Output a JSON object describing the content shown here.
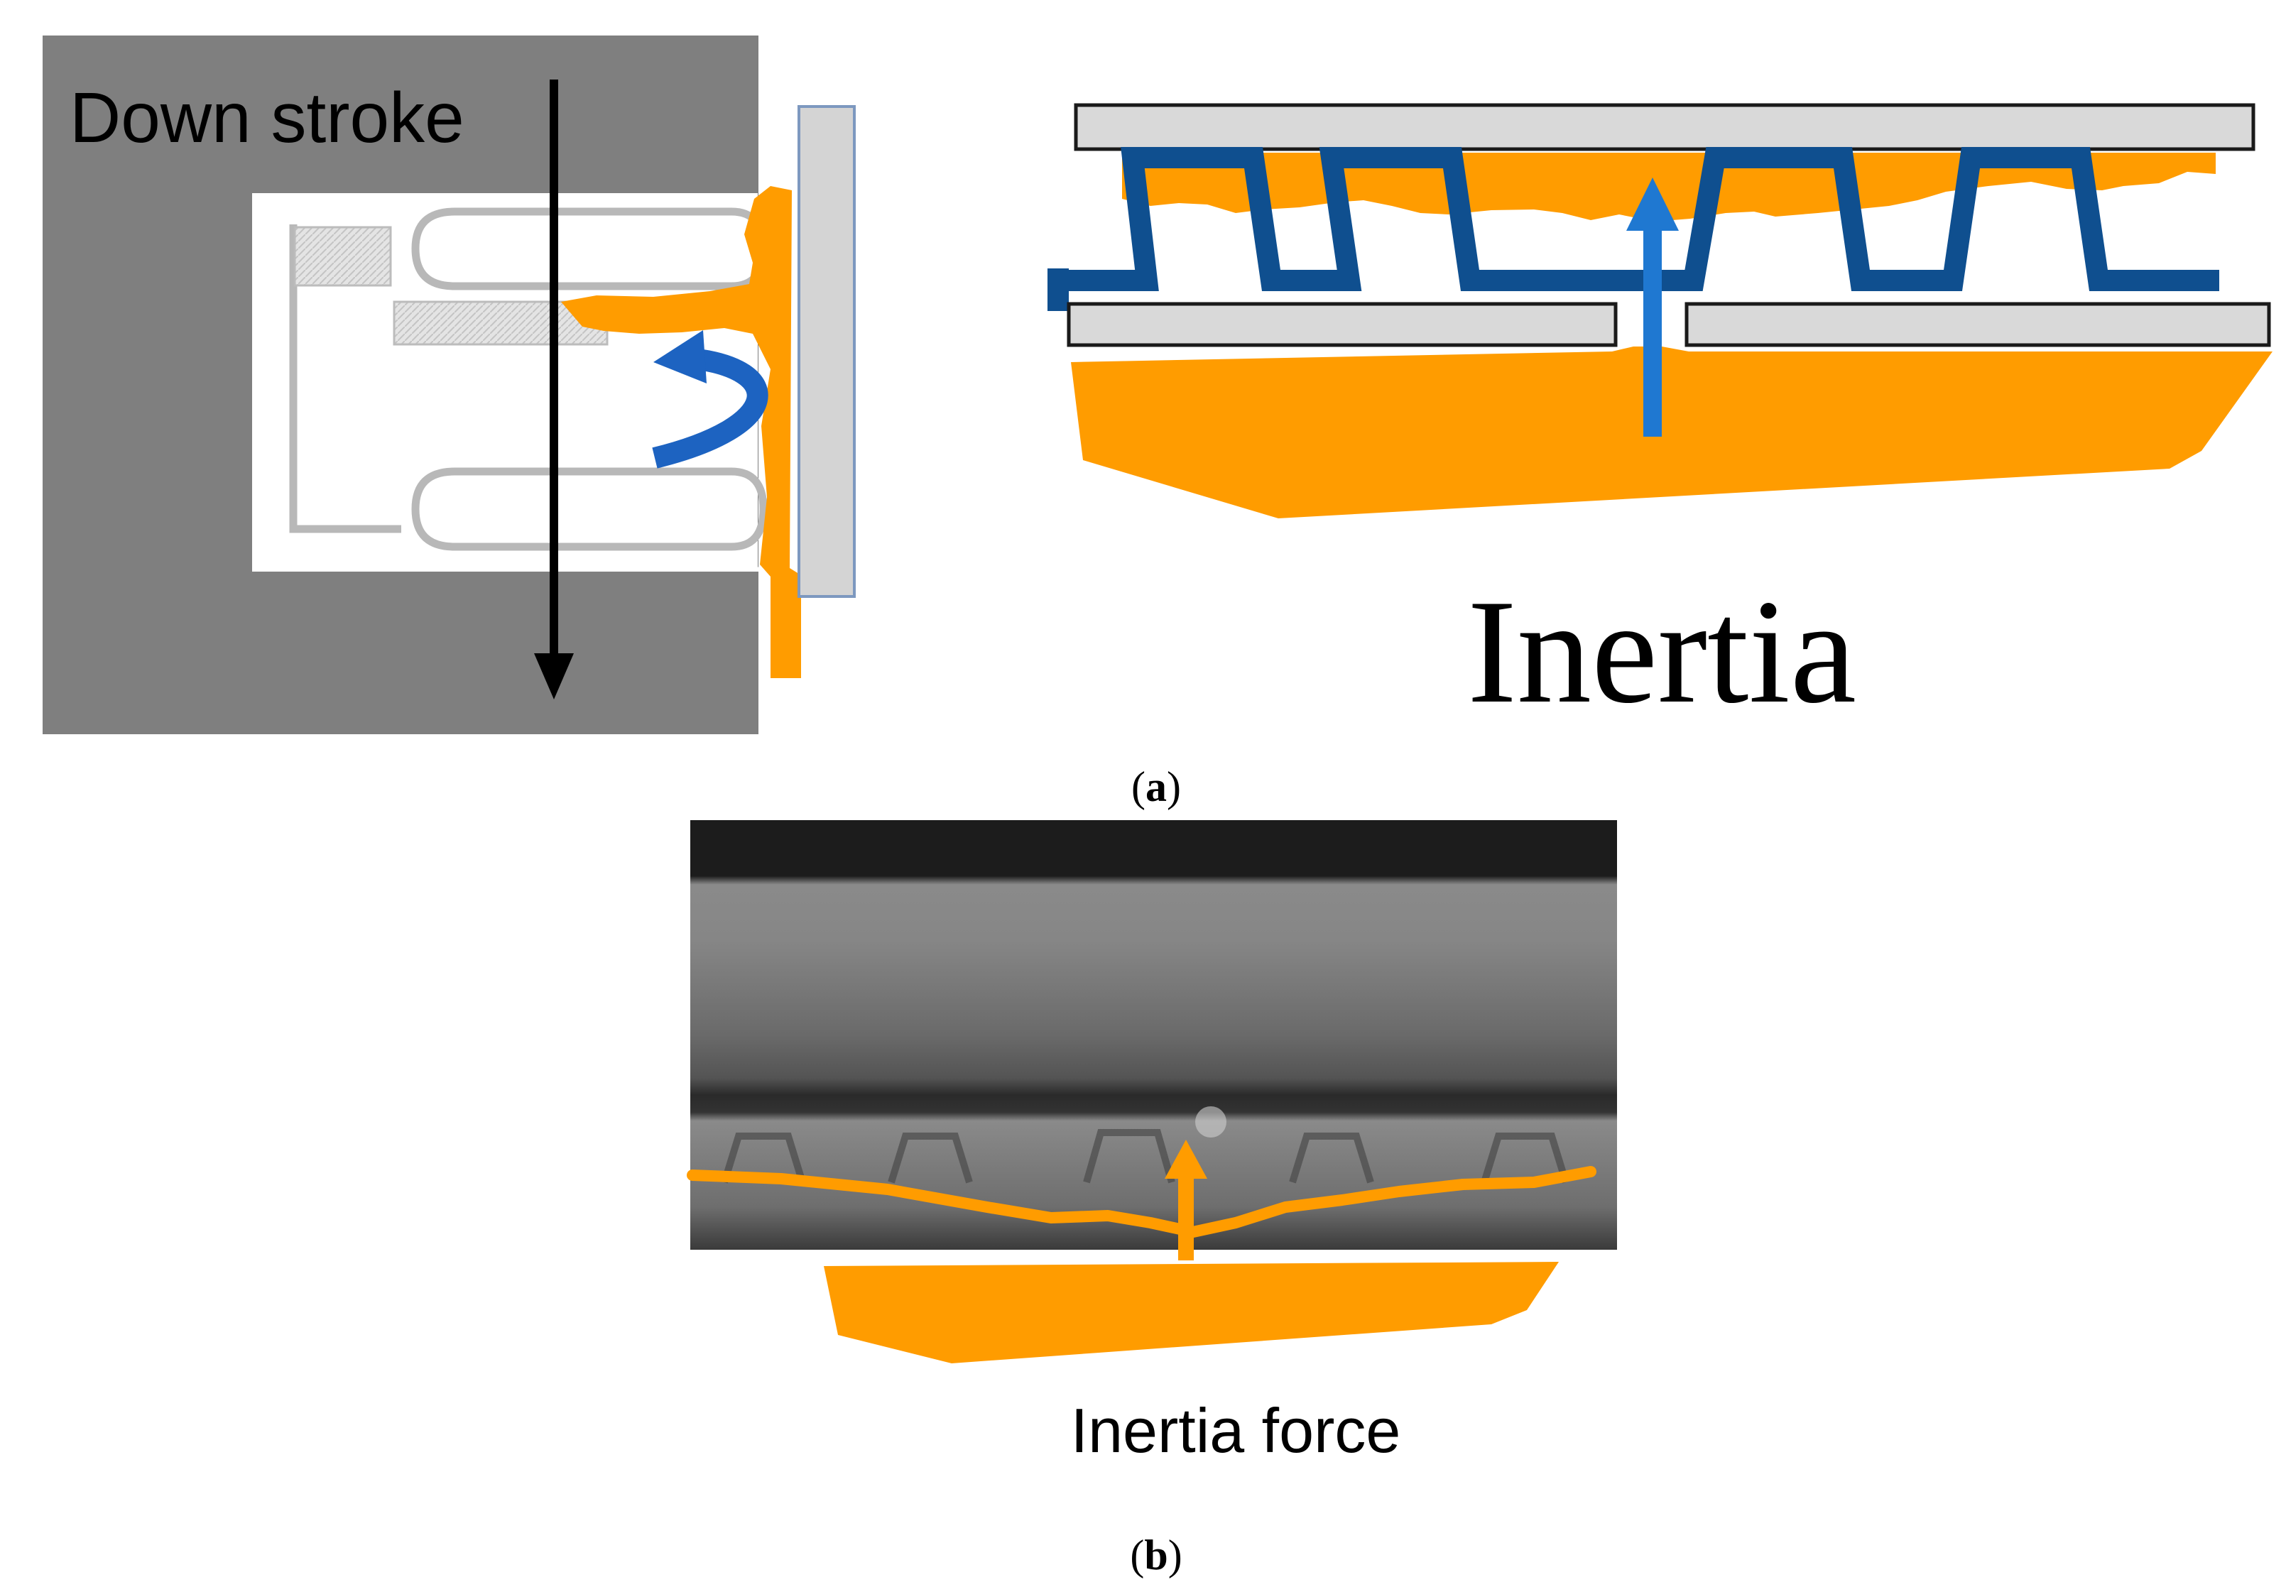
{
  "panel_a": {
    "left_schematic": {
      "label": "Down stroke"
    },
    "right_schematic": {
      "label": "Inertia"
    },
    "caption": {
      "open": "(",
      "letter": "a",
      "close": ")"
    }
  },
  "panel_b": {
    "label": "Inertia force",
    "caption": {
      "open": "(",
      "letter": "b",
      "close": ")"
    }
  },
  "colors": {
    "die_gray": "#7f7f7f",
    "plate_gray": "#d9d9d9",
    "fin_outline": "#b8b8b8",
    "hatch_fill": "#e2e2e2",
    "orange": "#ff9c00",
    "fin_blue": "#0f4f8f",
    "arrow_blue": "#1f78d1",
    "black": "#000000"
  },
  "icons": {
    "down_arrow": "down-arrow-icon",
    "curved_arrow": "curved-arrow-icon",
    "up_arrow": "up-arrow-icon"
  }
}
